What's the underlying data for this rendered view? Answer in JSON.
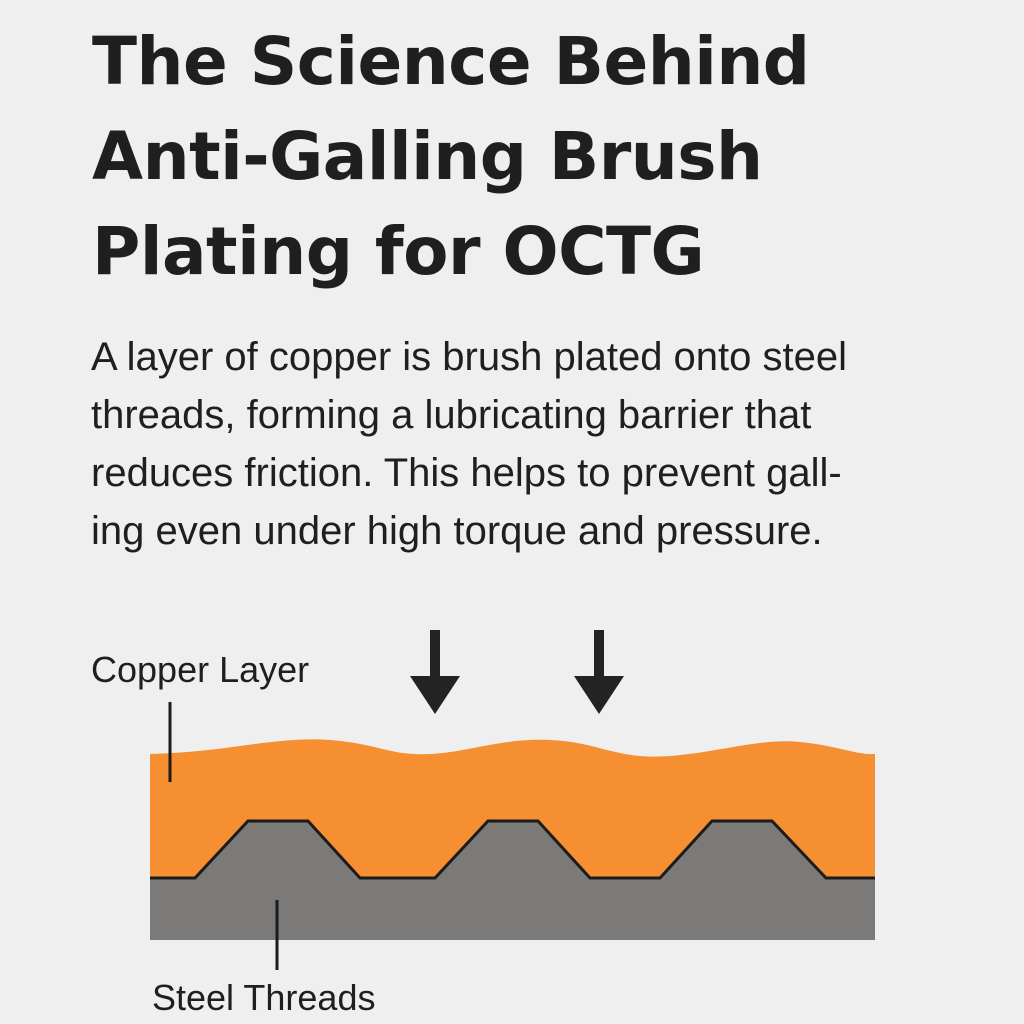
{
  "title": {
    "line1": "The Science Behind",
    "line2": "Anti-Galling Brush",
    "line3": "Plating for OCTG"
  },
  "description": {
    "line1": "A layer of copper is brush plated onto steel",
    "line2": "threads, forming a lubricating barrier that",
    "line3": "reduces friction. This helps to prevent gall-",
    "line4": "ing even under high torque and pressure."
  },
  "diagram": {
    "copper_label": "Copper Layer",
    "steel_label": "Steel Threads",
    "colors": {
      "copper": "#f58f31",
      "steel": "#7b7a79",
      "outline": "#1c1c1c",
      "arrow": "#232323",
      "background": "#efefef"
    },
    "icons": [
      "down-arrow-icon",
      "down-arrow-icon"
    ]
  }
}
